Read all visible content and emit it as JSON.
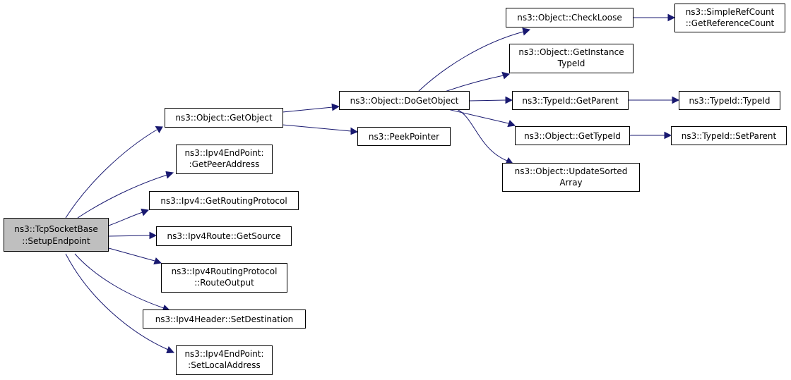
{
  "diagram": {
    "type": "call-graph",
    "colors": {
      "edge": "#191970",
      "root_fill": "#bfbfbf",
      "node_fill": "#ffffff",
      "border": "#000000"
    },
    "nodes": {
      "root": {
        "lines": [
          "ns3::TcpSocketBase",
          "::SetupEndpoint"
        ]
      },
      "getobject": {
        "lines": [
          "ns3::Object::GetObject"
        ]
      },
      "getpeeraddress": {
        "lines": [
          "ns3::Ipv4EndPoint:",
          ":GetPeerAddress"
        ]
      },
      "getroutingprotocol": {
        "lines": [
          "ns3::Ipv4::GetRoutingProtocol"
        ]
      },
      "getsource": {
        "lines": [
          "ns3::Ipv4Route::GetSource"
        ]
      },
      "routeoutput": {
        "lines": [
          "ns3::Ipv4RoutingProtocol",
          "::RouteOutput"
        ]
      },
      "setdestination": {
        "lines": [
          "ns3::Ipv4Header::SetDestination"
        ]
      },
      "setlocaladdress": {
        "lines": [
          "ns3::Ipv4EndPoint:",
          ":SetLocalAddress"
        ]
      },
      "dogetobject": {
        "lines": [
          "ns3::Object::DoGetObject"
        ]
      },
      "peekpointer": {
        "lines": [
          "ns3::PeekPointer"
        ]
      },
      "checkloose": {
        "lines": [
          "ns3::Object::CheckLoose"
        ]
      },
      "getinstancetypeid": {
        "lines": [
          "ns3::Object::GetInstance",
          "TypeId"
        ]
      },
      "getparent": {
        "lines": [
          "ns3::TypeId::GetParent"
        ]
      },
      "gettypeid": {
        "lines": [
          "ns3::Object::GetTypeId"
        ]
      },
      "updatesortedarray": {
        "lines": [
          "ns3::Object::UpdateSorted",
          "Array"
        ]
      },
      "getreferencecount": {
        "lines": [
          "ns3::SimpleRefCount",
          "::GetReferenceCount"
        ]
      },
      "typeid": {
        "lines": [
          "ns3::TypeId::TypeId"
        ]
      },
      "setparent": {
        "lines": [
          "ns3::TypeId::SetParent"
        ]
      }
    },
    "edges": [
      {
        "from": "root",
        "to": "getobject"
      },
      {
        "from": "root",
        "to": "getpeeraddress"
      },
      {
        "from": "root",
        "to": "getroutingprotocol"
      },
      {
        "from": "root",
        "to": "getsource"
      },
      {
        "from": "root",
        "to": "routeoutput"
      },
      {
        "from": "root",
        "to": "setdestination"
      },
      {
        "from": "root",
        "to": "setlocaladdress"
      },
      {
        "from": "getobject",
        "to": "dogetobject"
      },
      {
        "from": "getobject",
        "to": "peekpointer"
      },
      {
        "from": "dogetobject",
        "to": "checkloose"
      },
      {
        "from": "dogetobject",
        "to": "getinstancetypeid"
      },
      {
        "from": "dogetobject",
        "to": "getparent"
      },
      {
        "from": "dogetobject",
        "to": "gettypeid"
      },
      {
        "from": "dogetobject",
        "to": "updatesortedarray"
      },
      {
        "from": "checkloose",
        "to": "getreferencecount"
      },
      {
        "from": "getparent",
        "to": "typeid"
      },
      {
        "from": "gettypeid",
        "to": "setparent"
      }
    ]
  }
}
